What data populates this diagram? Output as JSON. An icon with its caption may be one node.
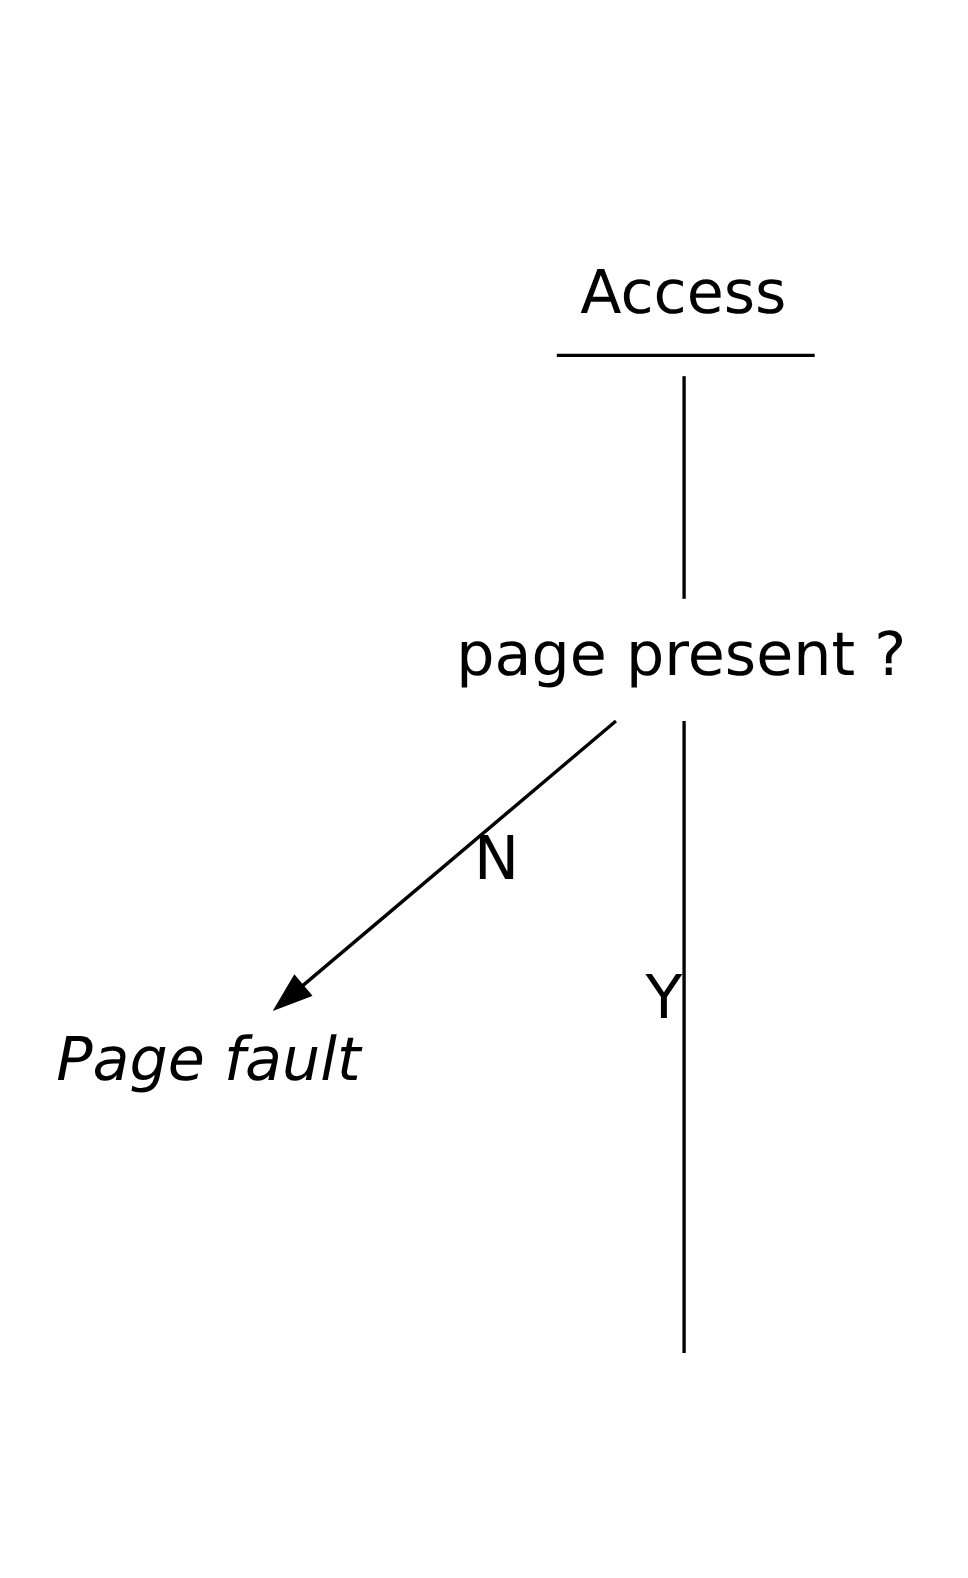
{
  "diagram": {
    "nodes": [
      {
        "text": [
          "Access"
        ]
      },
      {
        "text": [
          "page present ?"
        ]
      },
      {
        "text": [
          "Page fault"
        ]
      }
    ],
    "edges": [
      {
        "from": 0,
        "to": 1,
        "arrow": "none"
      },
      {
        "from": 1,
        "to": null,
        "arrow": "none",
        "label": "Y"
      },
      {
        "from": 1,
        "to": 2,
        "arrow": "to",
        "label": "N"
      }
    ]
  }
}
